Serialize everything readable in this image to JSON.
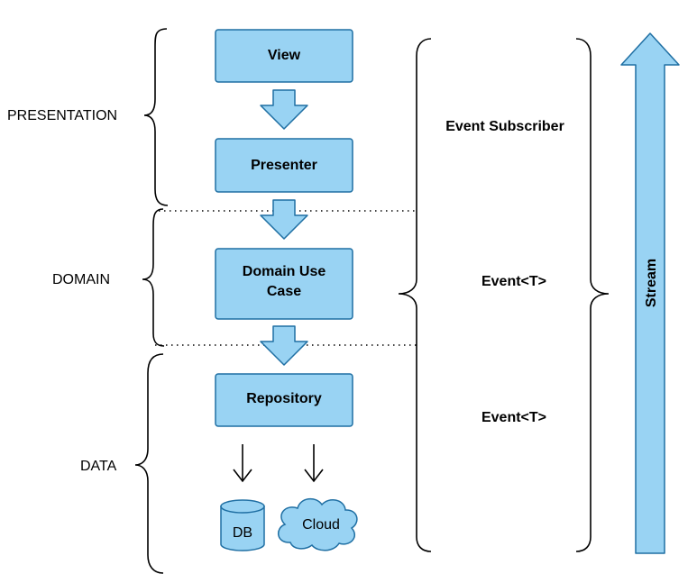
{
  "layers": {
    "presentation": "PRESENTATION",
    "domain": "DOMAIN",
    "data": "DATA"
  },
  "boxes": {
    "view": "View",
    "presenter": "Presenter",
    "domain_use_case_line1": "Domain Use",
    "domain_use_case_line2": "Case",
    "repository": "Repository"
  },
  "stores": {
    "db": "DB",
    "cloud": "Cloud"
  },
  "side_labels": {
    "event_subscriber": "Event Subscriber",
    "event_domain": "Event<T>",
    "event_data": "Event<T>",
    "stream": "Stream"
  },
  "colors": {
    "box_fill": "#99d3f3",
    "box_stroke": "#1f6fa3"
  }
}
